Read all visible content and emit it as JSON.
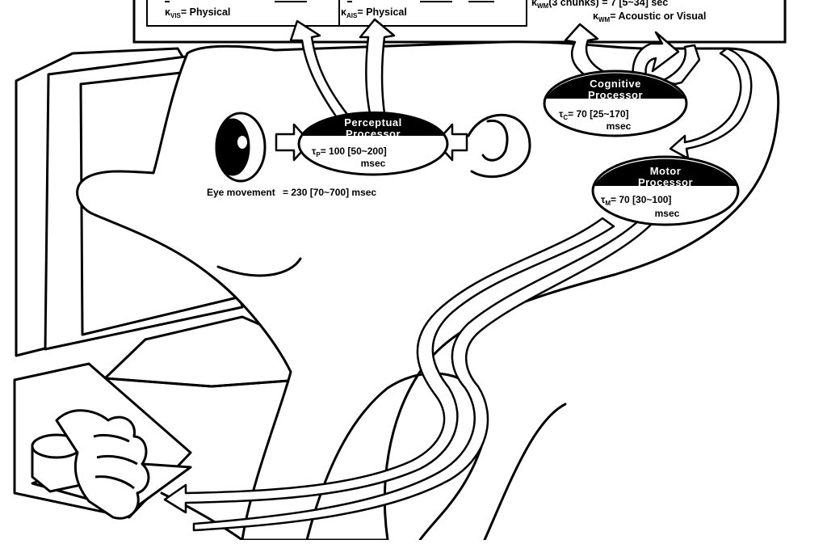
{
  "memory_panel": {
    "vis_left": "= Physical",
    "ais_left": "= Physical",
    "wm_capacity": "(3 chunks)  =  7  [5~34]  sec",
    "wm_kind": "= Acoustic or Visual"
  },
  "processors": {
    "perceptual": {
      "title_line1": "Perceptual",
      "title_line2": "Processor",
      "timing": "= 100  [50~200]",
      "unit": "msec"
    },
    "cognitive": {
      "title_line1": "Cognitive",
      "title_line2": "Processor",
      "timing": "=  70  [25~170]",
      "unit": "msec"
    },
    "motor": {
      "title_line1": "Motor",
      "title_line2": "Processor",
      "timing": "=  70  [30~100]",
      "unit": "msec"
    }
  },
  "eye_movement": {
    "label": "Eye movement",
    "value": "=  230  [70~700]  msec"
  }
}
